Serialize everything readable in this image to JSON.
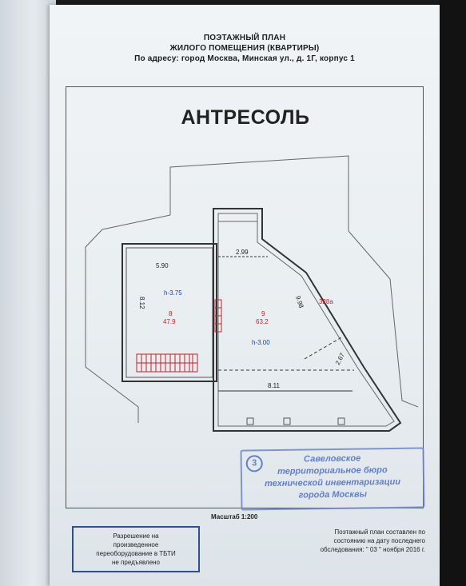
{
  "header": {
    "line1": "ПОЭТАЖНЫЙ ПЛАН",
    "line2": "ЖИЛОГО ПОМЕЩЕНИЯ (КВАРТИРЫ)",
    "line3": "По адресу: город Москва, Минская ул., д. 1Г, корпус 1"
  },
  "plan": {
    "title": "АНТРЕСОЛЬ",
    "dims": {
      "d590": "5.90",
      "d299": "2.99",
      "d812": "8.12",
      "d998": "9.98",
      "d811": "8.11",
      "d267": "2.67"
    },
    "heights": {
      "h1": "h-3.75",
      "h2": "h-3.00"
    },
    "rooms": [
      {
        "number": "8",
        "area": "47.9"
      },
      {
        "number": "9",
        "area": "63.2"
      }
    ],
    "label_328a": "328а"
  },
  "stamp": {
    "number": "3",
    "lines": [
      "Савеловское",
      "территориальное бюро",
      "технической инвентаризации",
      "города Москвы"
    ]
  },
  "scale": "Масштаб 1:200",
  "permission": {
    "lines": [
      "Разрешение на",
      "произведенное",
      "переоборудование в ТБТИ",
      "не предъявлено"
    ]
  },
  "note": {
    "lines": [
      "Поэтажный план составлен по",
      "состоянию на дату последнего",
      "обследования: \" 03 \" ноября 2016 г."
    ]
  },
  "colors": {
    "stamp": "#4d6cc4",
    "room_label": "#c8202a",
    "frame": "#2f4f8f"
  }
}
